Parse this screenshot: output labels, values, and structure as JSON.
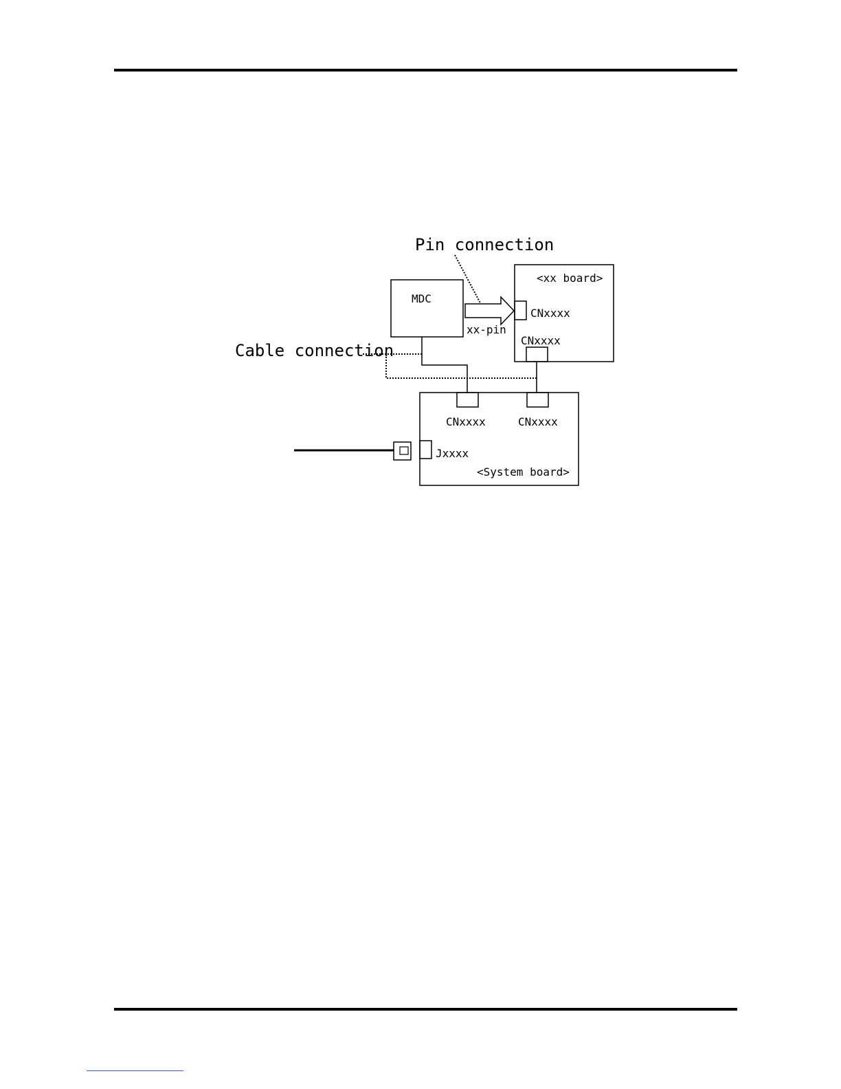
{
  "diagram": {
    "pin_connection_label": "Pin connection",
    "cable_connection_label": "Cable connection",
    "mdc_label": "MDC",
    "xx_pin_label": "xx-pin",
    "xx_board_label": "<xx board>",
    "xx_board_connector_side": "CNxxxx",
    "xx_board_connector_bottom": "CNxxxx",
    "system_board_label": "<System board>",
    "system_board_connector_left": "CNxxxx",
    "system_board_connector_right": "CNxxxx",
    "jack_label": "Jxxxx"
  }
}
